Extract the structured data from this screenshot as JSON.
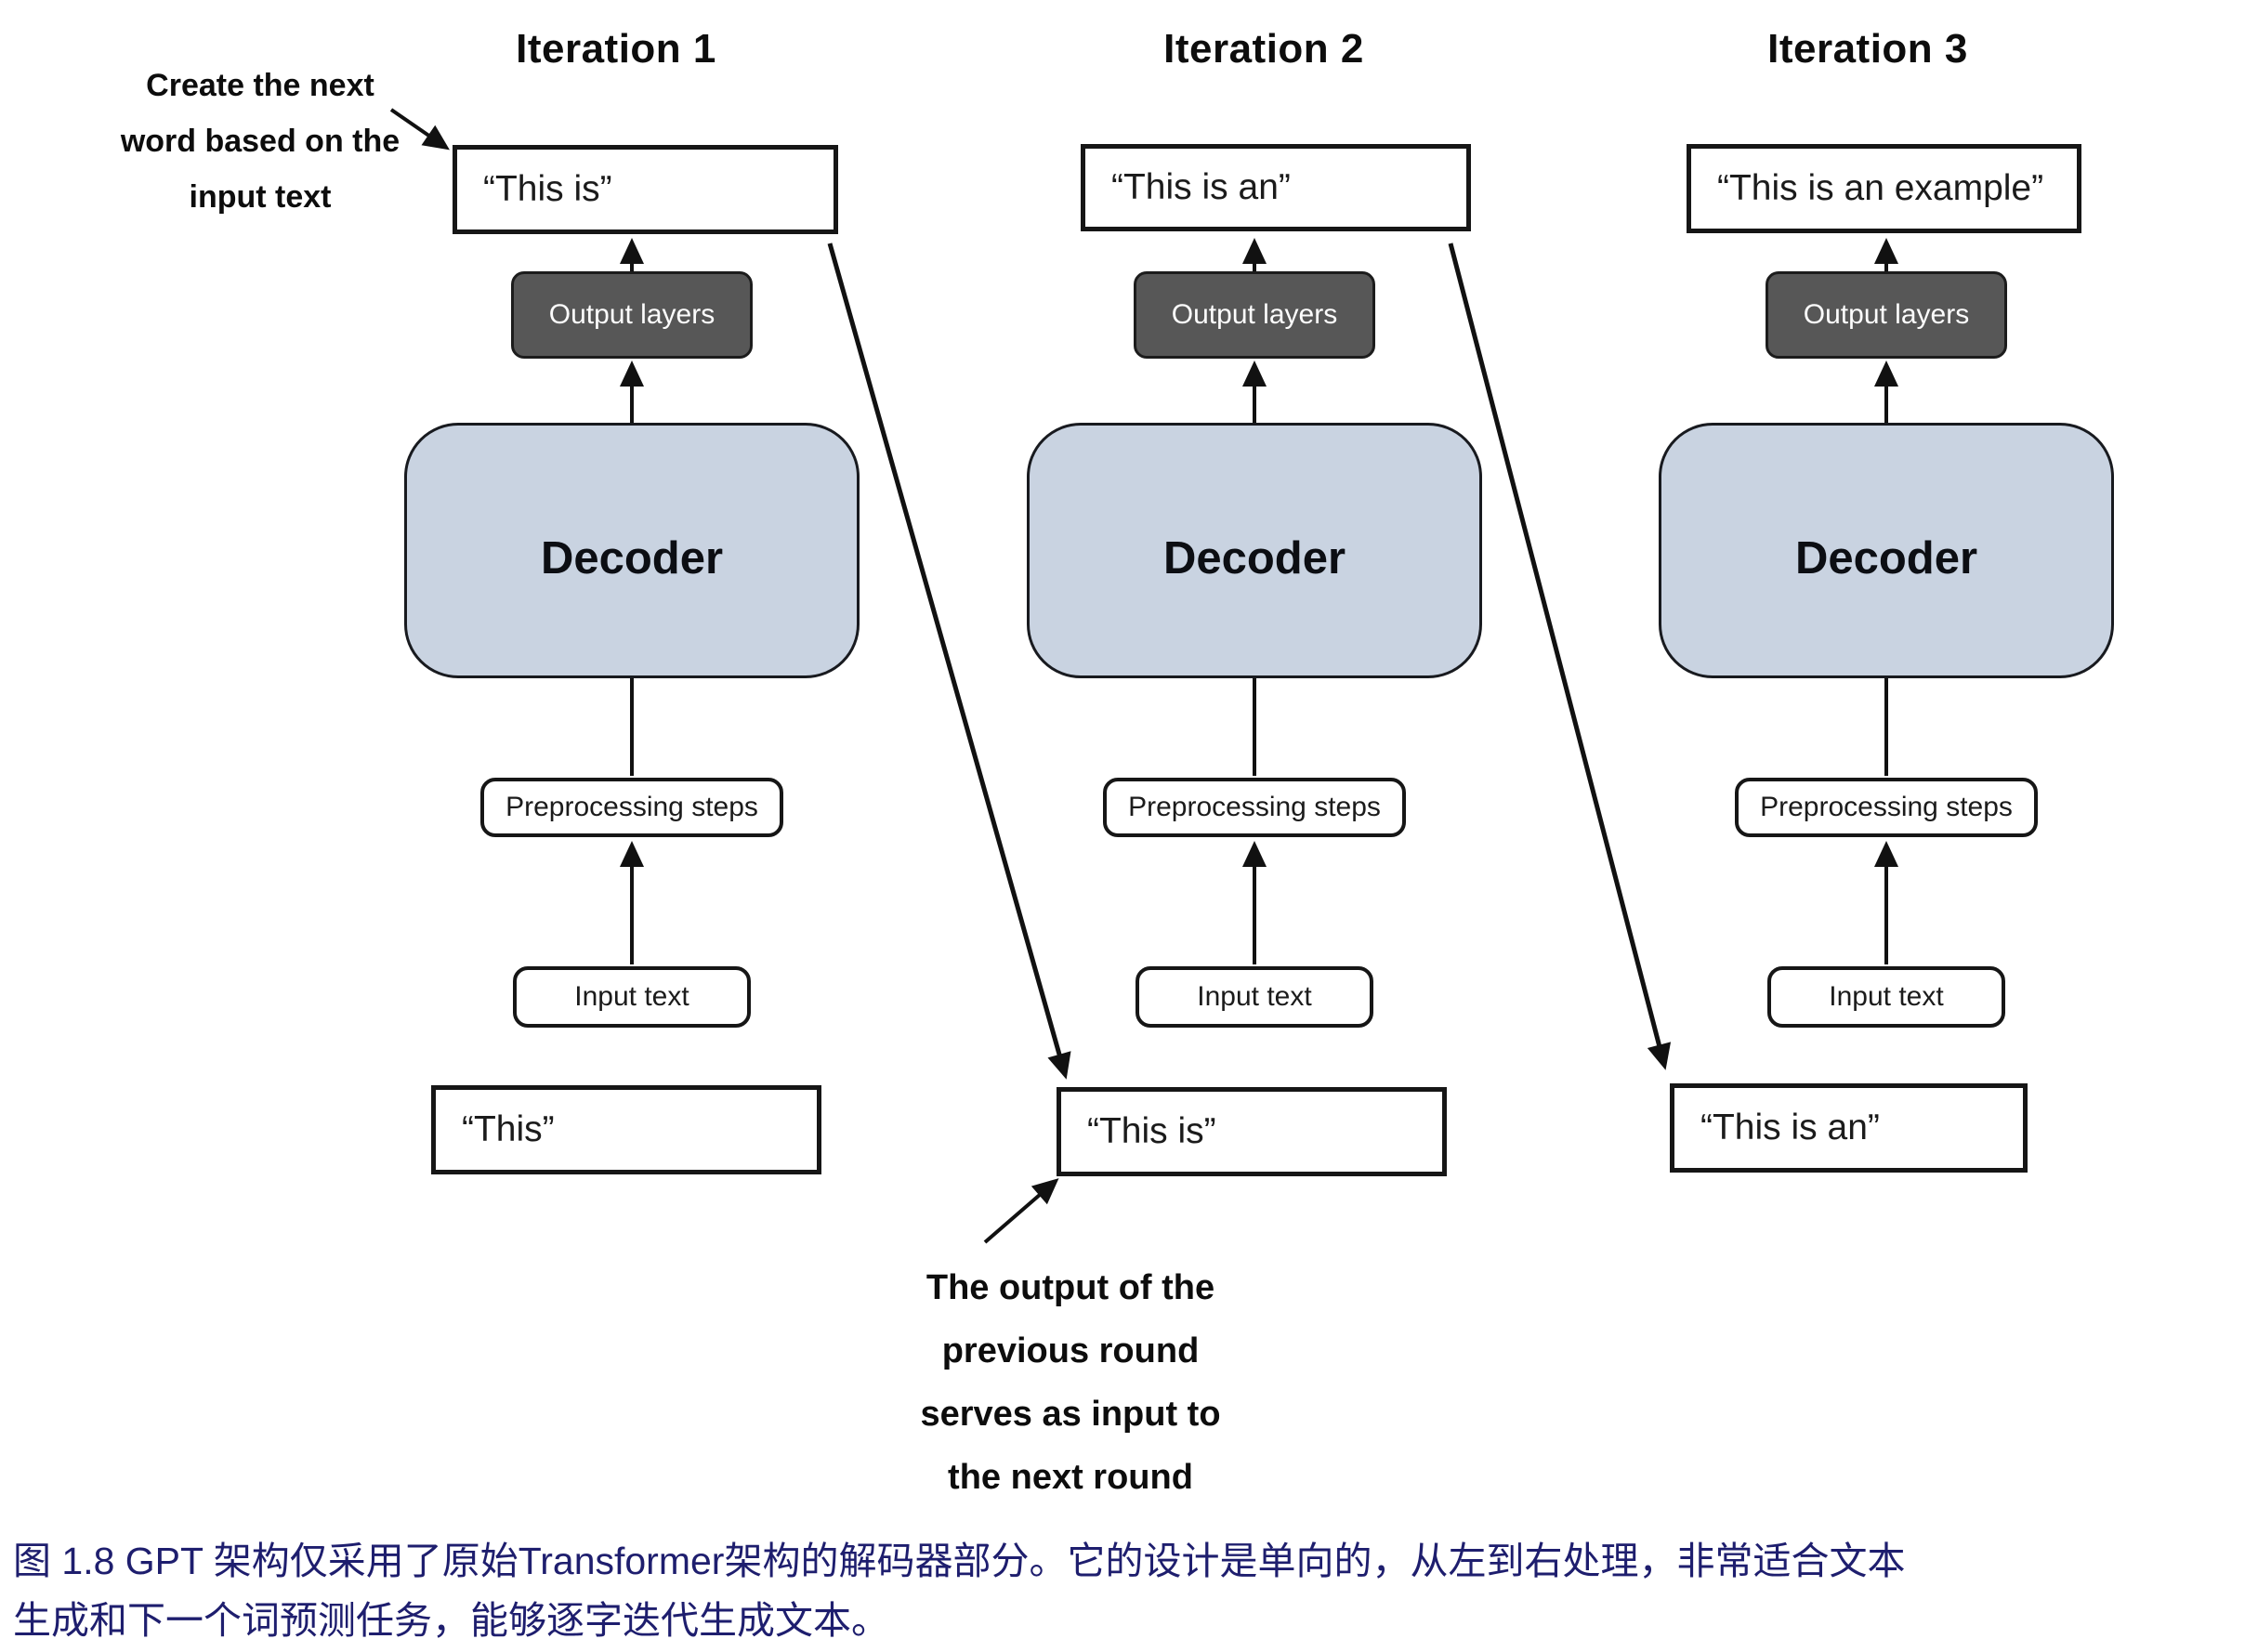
{
  "figure": {
    "caption_line1": "图 1.8  GPT 架构仅采用了原始Transformer架构的解码器部分。它的设计是单向的，从左到右处理，非常适合文本",
    "caption_line2": "生成和下一个词预测任务，能够逐字迭代生成文本。",
    "caption_color": "#1e1e6e"
  },
  "annotations": {
    "top_left": {
      "lines": [
        "Create the next",
        "word based on the",
        "input text"
      ]
    },
    "bottom": {
      "lines": [
        "The output of the",
        "previous round",
        "serves as input to",
        "the next round"
      ]
    }
  },
  "columns": [
    {
      "title": "Iteration 1",
      "output_text": "“This is”",
      "output_layers_label": "Output layers",
      "decoder_label": "Decoder",
      "preprocessing_label": "Preprocessing steps",
      "input_label": "Input text",
      "input_text": "“This”"
    },
    {
      "title": "Iteration 2",
      "output_text": "“This is an”",
      "output_layers_label": "Output layers",
      "decoder_label": "Decoder",
      "preprocessing_label": "Preprocessing steps",
      "input_label": "Input text",
      "input_text": "“This is”"
    },
    {
      "title": "Iteration 3",
      "output_text": "“This is an example”",
      "output_layers_label": "Output layers",
      "decoder_label": "Decoder",
      "preprocessing_label": "Preprocessing steps",
      "input_label": "Input text",
      "input_text": "“This is an”"
    }
  ],
  "colors": {
    "decoder_fill": "#c9d3e1",
    "output_layers_fill": "#575757",
    "arrow_stroke": "#111111",
    "caption_text": "#1e1e6e"
  }
}
